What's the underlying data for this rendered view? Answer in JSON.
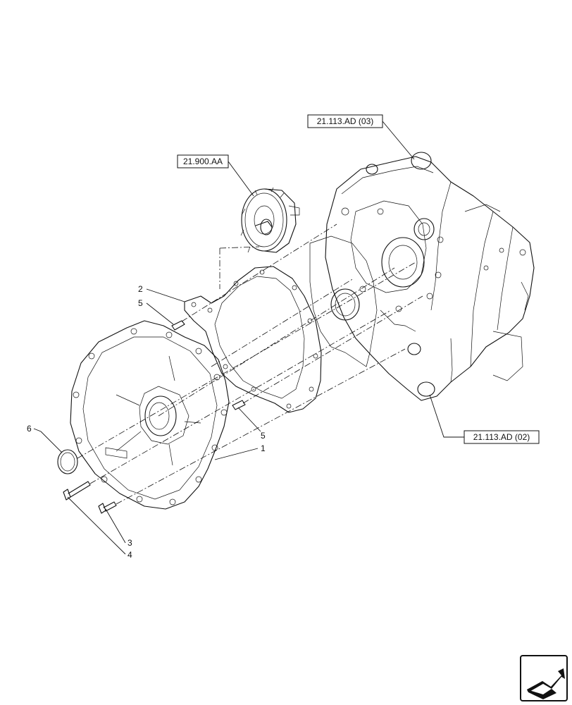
{
  "references": {
    "top_right": "21.113.AD (03)",
    "top_mid": "21.900.AA",
    "right_mid": "21.113.AD (02)"
  },
  "callouts": {
    "c1": "1",
    "c2": "2",
    "c3": "3",
    "c4": "4",
    "c5_top": "5",
    "c5_bottom": "5",
    "c6": "6"
  },
  "icons": {
    "navigation": "arrow-box-icon"
  }
}
